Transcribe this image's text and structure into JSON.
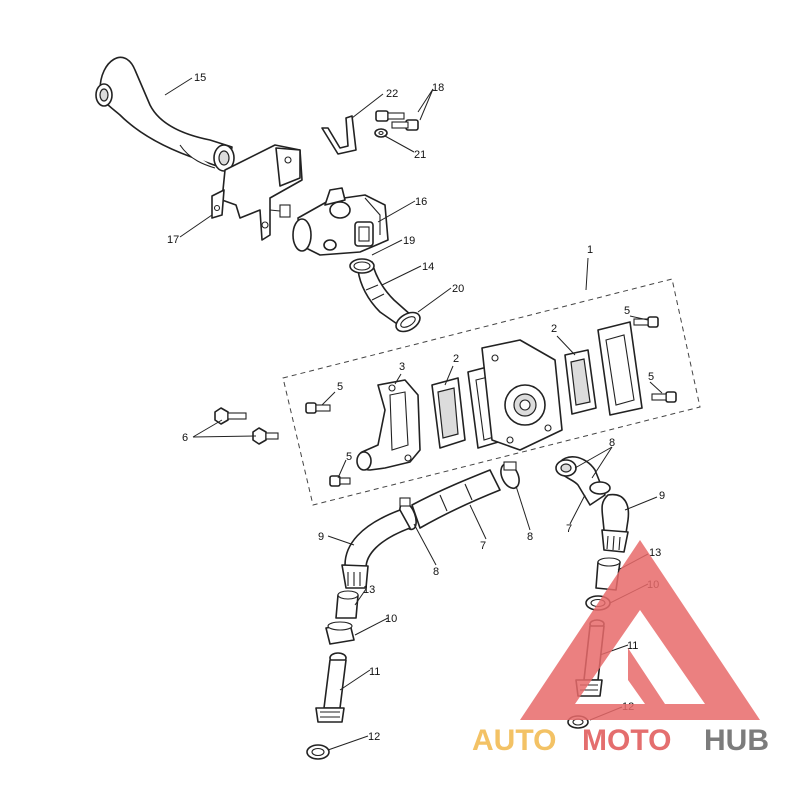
{
  "callouts": {
    "c1": "1",
    "c2a": "2",
    "c2b": "2",
    "c3": "3",
    "c5a": "5",
    "c5b": "5",
    "c5c": "5",
    "c5d": "5",
    "c6": "6",
    "c7a": "7",
    "c7b": "7",
    "c8a": "8",
    "c8b": "8",
    "c8c": "8",
    "c9a": "9",
    "c9b": "9",
    "c10a": "10",
    "c10b": "10",
    "c11a": "11",
    "c11b": "11",
    "c12a": "12",
    "c12b": "12",
    "c13a": "13",
    "c13b": "13",
    "c14": "14",
    "c15": "15",
    "c16": "16",
    "c17": "17",
    "c18": "18",
    "c19": "19",
    "c20": "20",
    "c21": "21",
    "c22": "22"
  },
  "watermark": {
    "part1": "AUTO",
    "part2": "MOTO",
    "part3": "HUB",
    "color1": "#f2b84b",
    "color2": "#e05555",
    "color3": "#666666",
    "triangle_color": "#e86a6a"
  }
}
